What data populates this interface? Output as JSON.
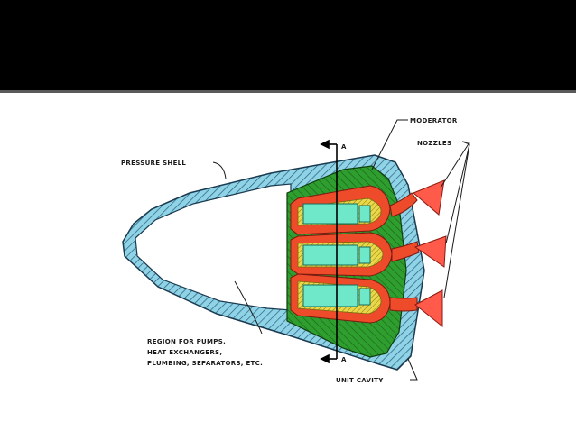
{
  "labels": {
    "pressure_shell": "PRESSURE SHELL",
    "moderator": "MODERATOR",
    "nozzles": "NOZZLES",
    "section_top": "A",
    "section_bottom": "A",
    "region_line1": "REGION FOR PUMPS,",
    "region_line2": "HEAT EXCHANGERS,",
    "region_line3": "PLUMBING, SEPARATORS, ETC.",
    "unit_cavity": "UNIT CAVITY"
  },
  "colors": {
    "shell": "#8fd3e6",
    "moderator": "#2e9e2e",
    "fuel": "#6ee8c8",
    "channel": "#ee4b2b",
    "liner": "#e8d84a",
    "nozzle": "#ff5a4a",
    "top_band": "#000000"
  }
}
